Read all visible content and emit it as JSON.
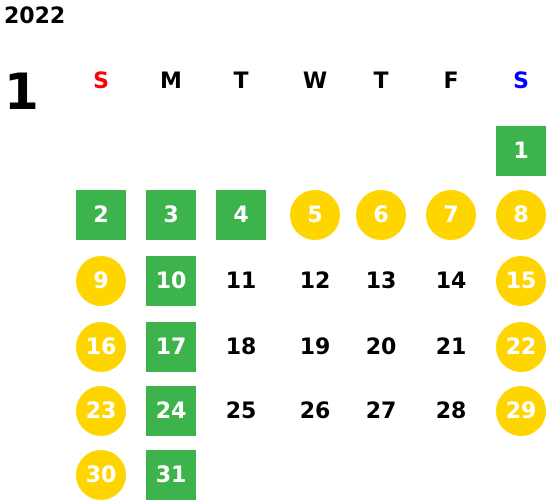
{
  "calendar": {
    "year": "2022",
    "month": "1",
    "weekdays": [
      {
        "label": "S",
        "color": "#ff0000"
      },
      {
        "label": "M",
        "color": "#000000"
      },
      {
        "label": "T",
        "color": "#000000"
      },
      {
        "label": "W",
        "color": "#000000"
      },
      {
        "label": "T",
        "color": "#000000"
      },
      {
        "label": "F",
        "color": "#000000"
      },
      {
        "label": "S",
        "color": "#0000ff"
      }
    ],
    "days": [
      {
        "day": "1",
        "style": "green"
      },
      {
        "day": "2",
        "style": "green"
      },
      {
        "day": "3",
        "style": "green"
      },
      {
        "day": "4",
        "style": "green"
      },
      {
        "day": "5",
        "style": "yellow"
      },
      {
        "day": "6",
        "style": "yellow"
      },
      {
        "day": "7",
        "style": "yellow"
      },
      {
        "day": "8",
        "style": "yellow"
      },
      {
        "day": "9",
        "style": "yellow"
      },
      {
        "day": "10",
        "style": "green"
      },
      {
        "day": "11",
        "style": "plain"
      },
      {
        "day": "12",
        "style": "plain"
      },
      {
        "day": "13",
        "style": "plain"
      },
      {
        "day": "14",
        "style": "plain"
      },
      {
        "day": "15",
        "style": "yellow"
      },
      {
        "day": "16",
        "style": "yellow"
      },
      {
        "day": "17",
        "style": "green"
      },
      {
        "day": "18",
        "style": "plain"
      },
      {
        "day": "19",
        "style": "plain"
      },
      {
        "day": "20",
        "style": "plain"
      },
      {
        "day": "21",
        "style": "plain"
      },
      {
        "day": "22",
        "style": "yellow"
      },
      {
        "day": "23",
        "style": "yellow"
      },
      {
        "day": "24",
        "style": "green"
      },
      {
        "day": "25",
        "style": "plain"
      },
      {
        "day": "26",
        "style": "plain"
      },
      {
        "day": "27",
        "style": "plain"
      },
      {
        "day": "28",
        "style": "plain"
      },
      {
        "day": "29",
        "style": "yellow"
      },
      {
        "day": "30",
        "style": "yellow"
      },
      {
        "day": "31",
        "style": "green"
      }
    ],
    "colors": {
      "green": "#3cb44b",
      "yellow": "#ffd500",
      "sunday": "#ff0000",
      "saturday": "#0000ff"
    }
  }
}
